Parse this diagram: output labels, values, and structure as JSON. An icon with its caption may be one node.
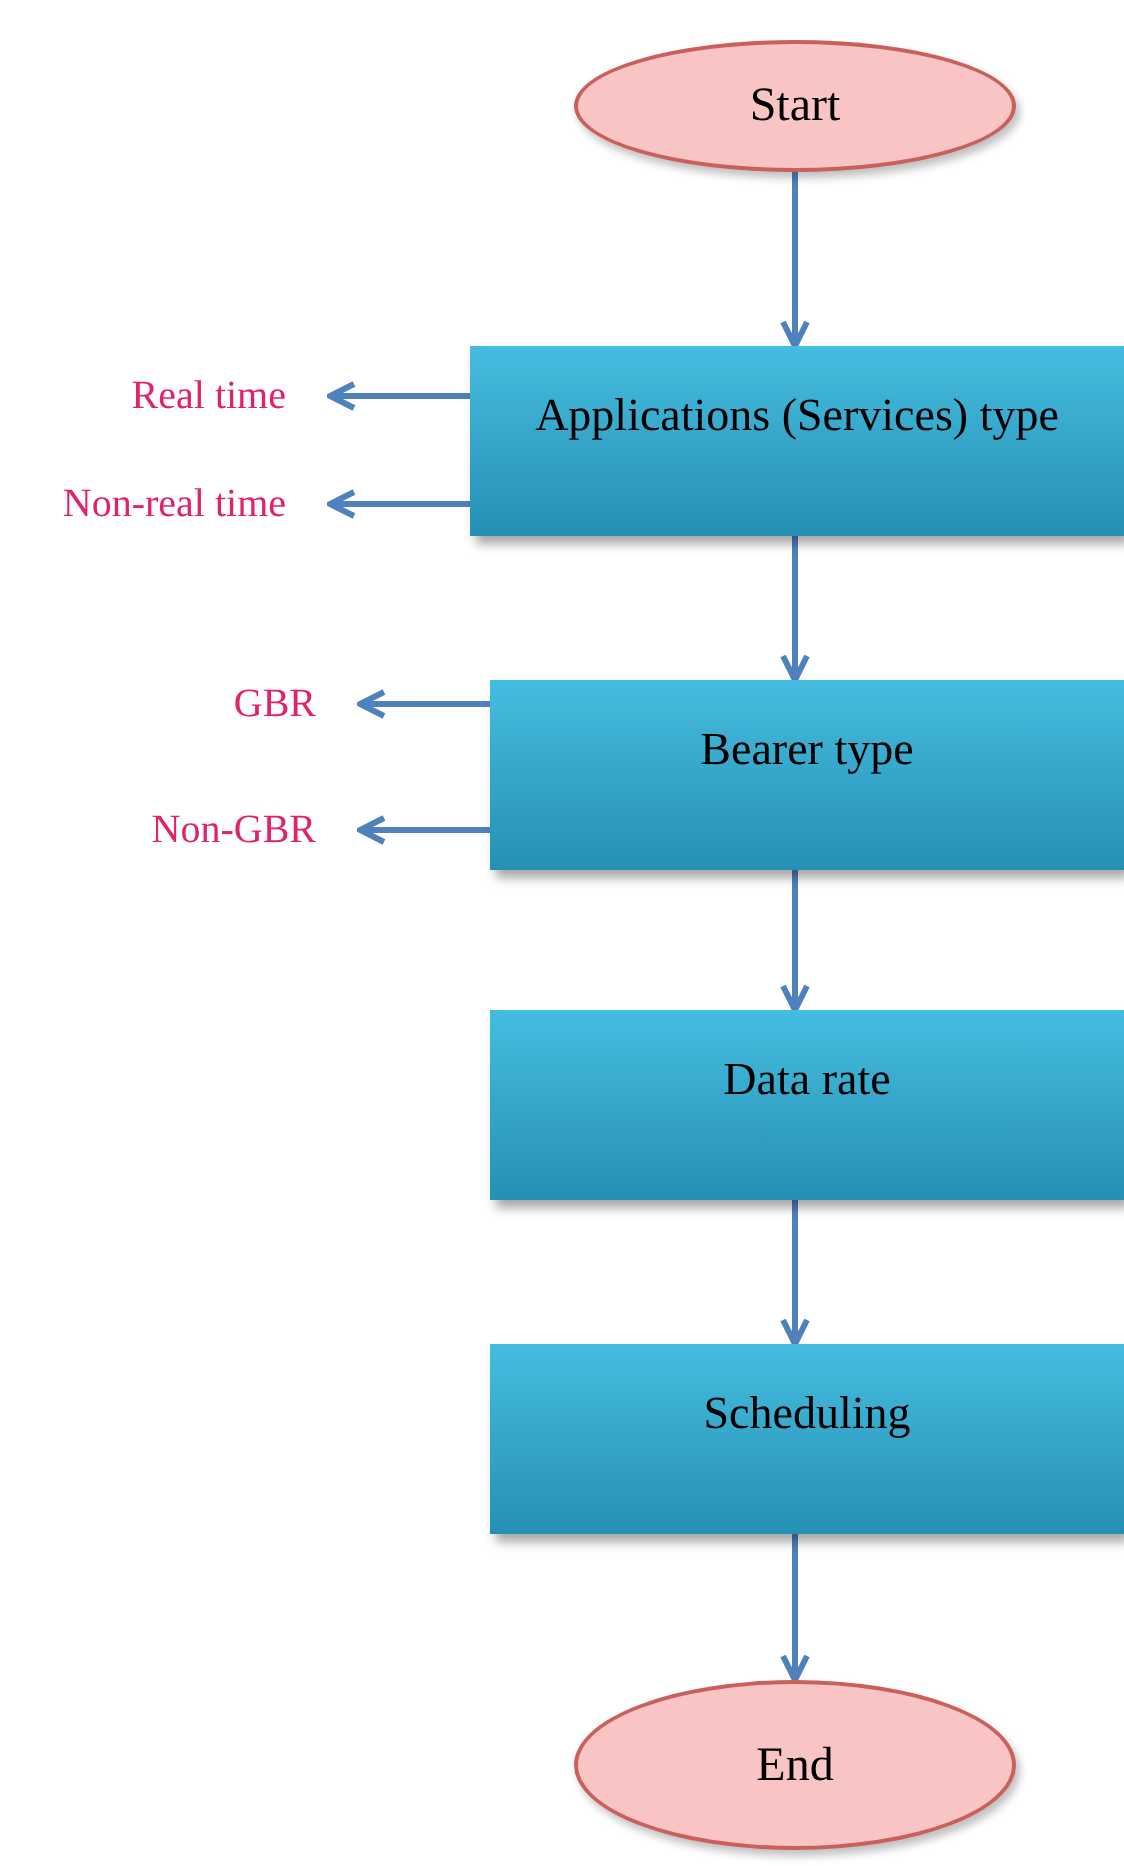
{
  "diagram": {
    "nodes": [
      {
        "text": [
          "Start"
        ]
      },
      {
        "text": [
          "Applications (Services) type"
        ]
      },
      {
        "text": [
          "Real time"
        ]
      },
      {
        "text": [
          "Non-real time"
        ]
      },
      {
        "text": [
          "Bearer type"
        ]
      },
      {
        "text": [
          "GBR"
        ]
      },
      {
        "text": [
          "Non-GBR"
        ]
      },
      {
        "text": [
          "Data rate"
        ]
      },
      {
        "text": [
          "Scheduling"
        ]
      },
      {
        "text": [
          "End"
        ]
      }
    ],
    "edges": [
      {
        "from": 0,
        "to": 1,
        "arrow": "to"
      },
      {
        "from": 1,
        "to": 2,
        "arrow": "to"
      },
      {
        "from": 1,
        "to": 3,
        "arrow": "to"
      },
      {
        "from": 1,
        "to": 4,
        "arrow": "to"
      },
      {
        "from": 4,
        "to": 5,
        "arrow": "to"
      },
      {
        "from": 4,
        "to": 6,
        "arrow": "to"
      },
      {
        "from": 4,
        "to": 7,
        "arrow": "to"
      },
      {
        "from": 7,
        "to": 8,
        "arrow": "to"
      },
      {
        "from": 8,
        "to": 9,
        "arrow": "to"
      }
    ]
  }
}
